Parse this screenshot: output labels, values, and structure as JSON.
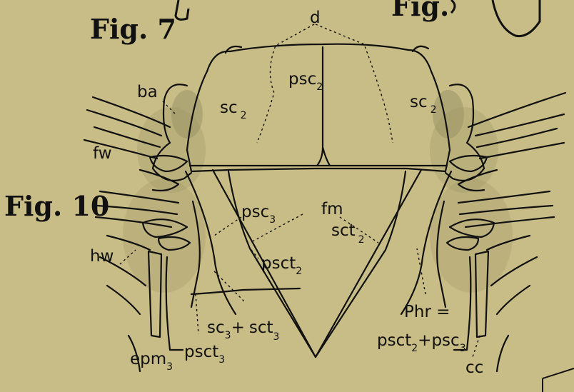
{
  "figures": {
    "fig7": "Fig. 7",
    "fig10": "Fig. 10",
    "fig_partial_top": "Fig."
  },
  "labels": {
    "d": "d",
    "ba": "ba",
    "fw": "fw",
    "hw": "hw",
    "psc2": {
      "base": "psc",
      "sub": "2"
    },
    "sc2_left": {
      "base": "sc",
      "sub": "2"
    },
    "sc2_right": {
      "base": "sc",
      "sub": "2"
    },
    "psc3": {
      "base": "psc",
      "sub": "3"
    },
    "fm": "fm",
    "sct2": {
      "base": "sct",
      "sub": "2"
    },
    "psct2": {
      "base": "psct",
      "sub": "2"
    },
    "sc3_sct3": {
      "a": "sc",
      "a_sub": "3",
      "plus": "+",
      "b": "sct",
      "b_sub": "3"
    },
    "epm3": {
      "base": "epm",
      "sub": "3"
    },
    "psct3": {
      "base": "psct",
      "sub": "3"
    },
    "phr": {
      "line1": "Phr =",
      "a": "psct",
      "a_sub": "2",
      "plus": "+",
      "b": "psc",
      "b_sub": "3"
    },
    "cc": "cc"
  },
  "colors": {
    "paper": "#c8bd86",
    "ink": "#111111",
    "stipple": "#8f8a5e"
  }
}
